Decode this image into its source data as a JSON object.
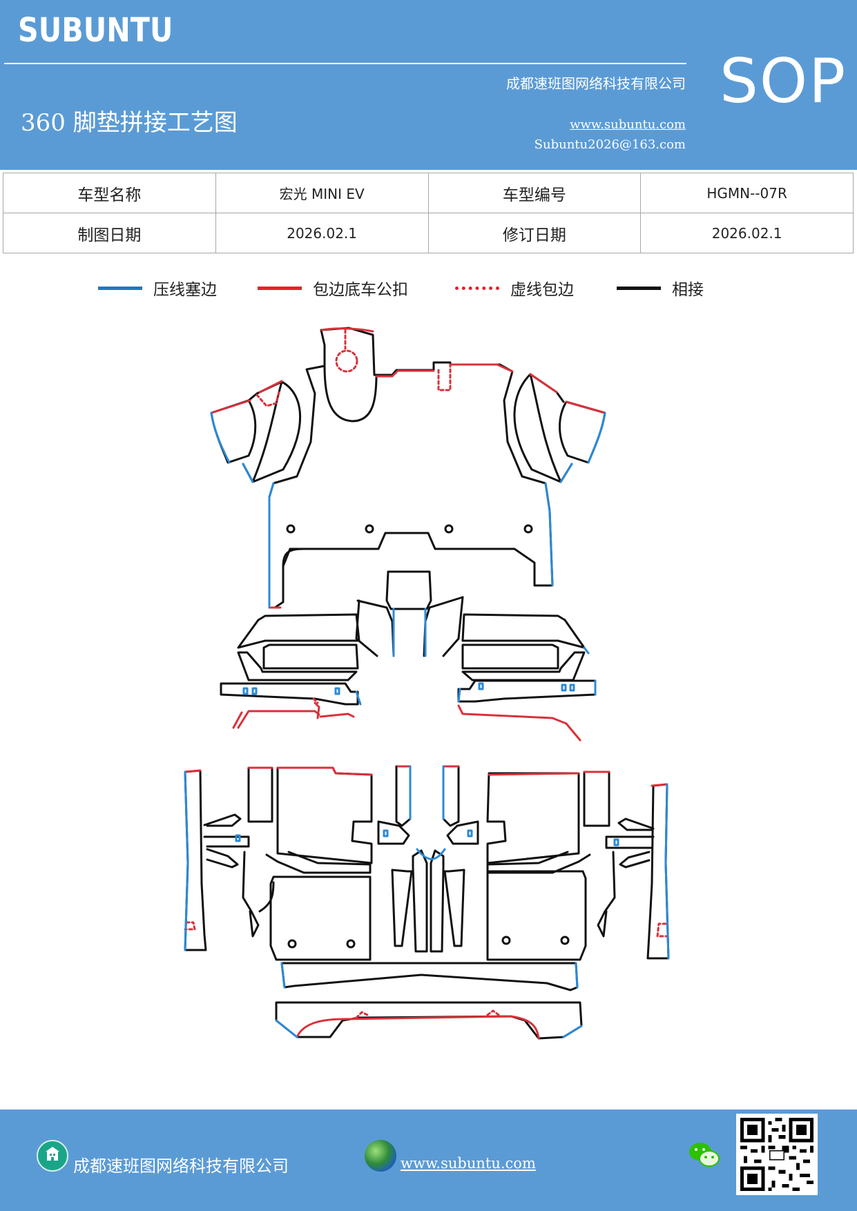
{
  "header": {
    "brand": "SUBUNTU",
    "company": "成都速班图网络科技有限公司",
    "title": "360 脚垫拼接工艺图",
    "website": "www.subuntu.com",
    "email": "Subuntu2026@163.com",
    "badge": "SOP"
  },
  "info_table": {
    "row1": {
      "label1": "车型名称",
      "value1": "宏光 MINI EV",
      "label2": "车型编号",
      "value2": "HGMN--07R"
    },
    "row2": {
      "label1": "制图日期",
      "value1": "2026.02.1",
      "label2": "修订日期",
      "value2": "2026.02.1"
    }
  },
  "legend": [
    {
      "label": "压线塞边",
      "color": "#1f77c4",
      "style": "solid"
    },
    {
      "label": "包边底车公扣",
      "color": "#e8202a",
      "style": "solid"
    },
    {
      "label": "虚线包边",
      "color": "#e8202a",
      "style": "dotted"
    },
    {
      "label": "相接",
      "color": "#111111",
      "style": "solid"
    }
  ],
  "colors": {
    "header_bg": "#5b9bd5",
    "blue_edge": "#2b8ad6",
    "red_edge": "#d9313a",
    "black_edge": "#111111"
  },
  "footer": {
    "company": "成都速班图网络科技有限公司",
    "website": "www.subuntu.com ",
    "icons": [
      "building-icon",
      "globe-icon",
      "wechat-icon",
      "qr-code"
    ]
  }
}
